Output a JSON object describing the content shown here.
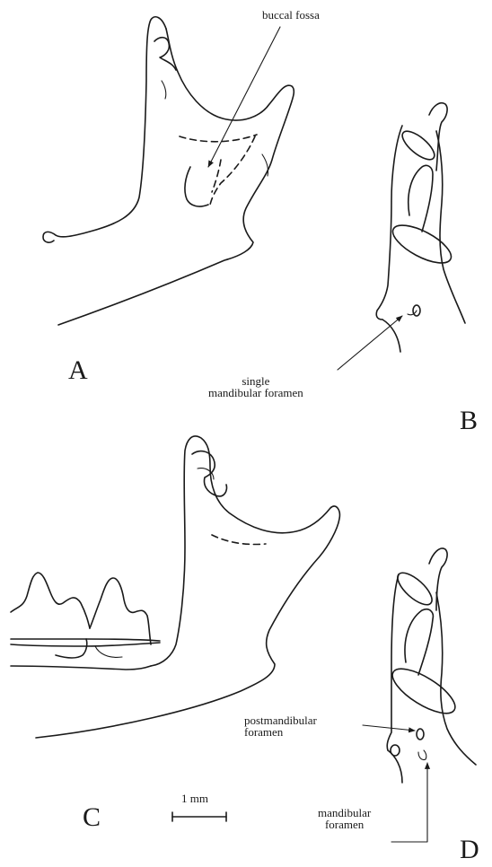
{
  "panels": {
    "a": "A",
    "b": "B",
    "c": "C",
    "d": "D"
  },
  "labels": {
    "buccal_fossa": "buccal fossa",
    "single_line1": "single",
    "single_line2": "mandibular foramen",
    "postmandibular_line1": "postmandibular",
    "postmandibular_line2": "foramen",
    "mandibular_line1": "mandibular",
    "mandibular_line2": "foramen"
  },
  "scale_bar": {
    "label": "1 mm"
  }
}
